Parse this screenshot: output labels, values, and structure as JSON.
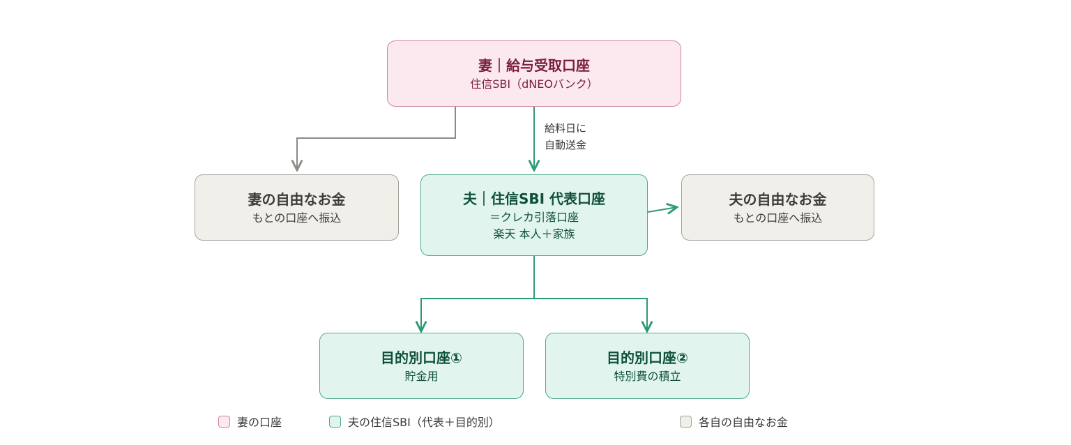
{
  "nodes": {
    "wife_salary": {
      "title": "妻｜給与受取口座",
      "sub": "住信SBI（dNEOバンク）"
    },
    "wife_free": {
      "title": "妻の自由なお金",
      "sub": "もとの口座へ振込"
    },
    "husband_main": {
      "title": "夫｜住信SBI 代表口座",
      "sub": "＝クレカ引落口座",
      "sub2": "楽天 本人＋家族"
    },
    "husband_free": {
      "title": "夫の自由なお金",
      "sub": "もとの口座へ振込"
    },
    "purpose1": {
      "title": "目的別口座①",
      "sub": "貯金用"
    },
    "purpose2": {
      "title": "目的別口座②",
      "sub": "特別費の積立"
    }
  },
  "edge_label": {
    "line1": "給料日に",
    "line2": "自動送金"
  },
  "legend": [
    {
      "label": "妻の口座"
    },
    {
      "label": "夫の住信SBI（代表＋目的別）"
    },
    {
      "label": "各自の自由なお金"
    }
  ],
  "colors": {
    "pink_fill": "#fce9f0",
    "pink_border": "#d0849f",
    "pink_text": "#7a1e3d",
    "green_fill": "#e1f5ee",
    "green_border": "#4fa98a",
    "green_text": "#0f4f3c",
    "beige_fill": "#f1efea",
    "beige_border": "#a6a29a",
    "beige_text": "#3c3b38",
    "gray_arrow": "#8a8a87",
    "green_arrow": "#2c9a72"
  }
}
